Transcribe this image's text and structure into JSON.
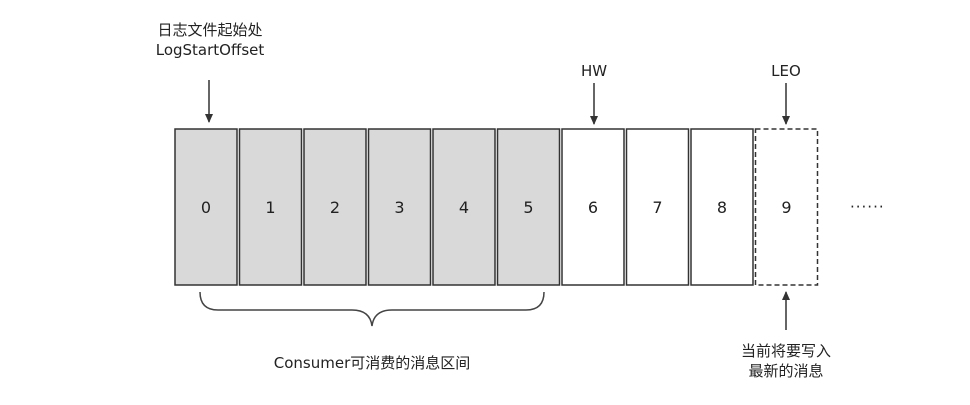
{
  "start": {
    "line1": "日志文件起始处",
    "line2": "LogStartOffset"
  },
  "hw": {
    "label": "HW"
  },
  "leo": {
    "label": "LEO"
  },
  "cells": [
    {
      "label": "0",
      "consumable": true
    },
    {
      "label": "1",
      "consumable": true
    },
    {
      "label": "2",
      "consumable": true
    },
    {
      "label": "3",
      "consumable": true
    },
    {
      "label": "4",
      "consumable": true
    },
    {
      "label": "5",
      "consumable": true
    },
    {
      "label": "6",
      "consumable": false
    },
    {
      "label": "7",
      "consumable": false
    },
    {
      "label": "8",
      "consumable": false
    },
    {
      "label": "9",
      "consumable": false,
      "dashed": true
    }
  ],
  "ellipsis": "······",
  "consumer_range": "Consumer可消费的消息区间",
  "next_message": {
    "line1": "当前将要写入",
    "line2": "最新的消息"
  },
  "colors": {
    "consumable_fill": "#d9d9d9",
    "stroke": "#333333"
  }
}
